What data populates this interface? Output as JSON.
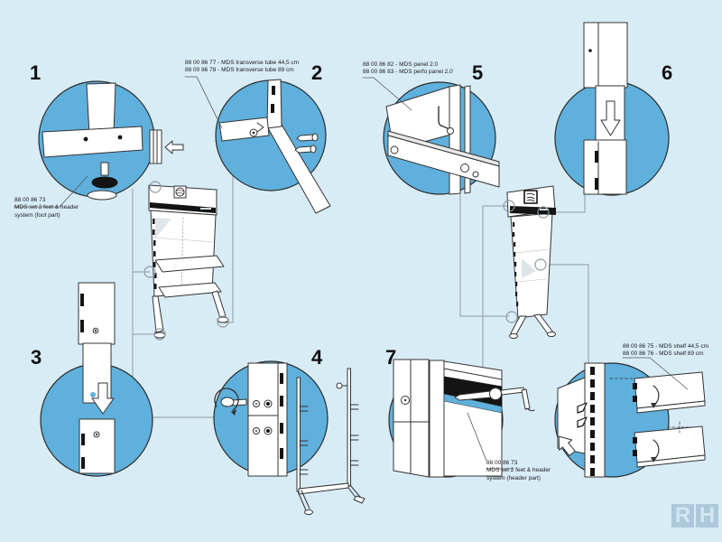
{
  "steps": [
    {
      "number": "1",
      "label_lines": [
        "88 00 86 73",
        "MDS set 2 feet & header",
        "system (foot part)"
      ]
    },
    {
      "number": "2",
      "label_lines": [
        "88 00 86 77 - MDS transverse tube 44,5 cm",
        "88 00 86 78 - MDS transverse tube 89 cm"
      ]
    },
    {
      "number": "3",
      "label_lines": []
    },
    {
      "number": "4",
      "label_lines": []
    },
    {
      "number": "5",
      "label_lines": [
        "88 00 86 82 - MDS panel 2.0",
        "88 00 86 83 - MDS perfo panel 2.0"
      ]
    },
    {
      "number": "6",
      "label_lines": []
    },
    {
      "number": "7",
      "label_lines": [
        "88 00 86 73",
        "MDS set 2 feet & header",
        "system (header part)"
      ]
    }
  ],
  "shelf_callout": {
    "label_lines": [
      "88 00 86 75 - MDS shelf 44,5 cm",
      "88 00 86 76 - MDS shelf 89 cm"
    ]
  },
  "logo": {
    "letters": [
      "R",
      "H"
    ]
  },
  "colors": {
    "background": "#d8ecf6",
    "callout-circle-blue": "#5fb0dc",
    "line-art": "#333333",
    "black-parts": "#141414",
    "connector-gray": "#8f9aa0",
    "logo-box": "#aec8db",
    "logo-letter": "#d3e6f2"
  }
}
